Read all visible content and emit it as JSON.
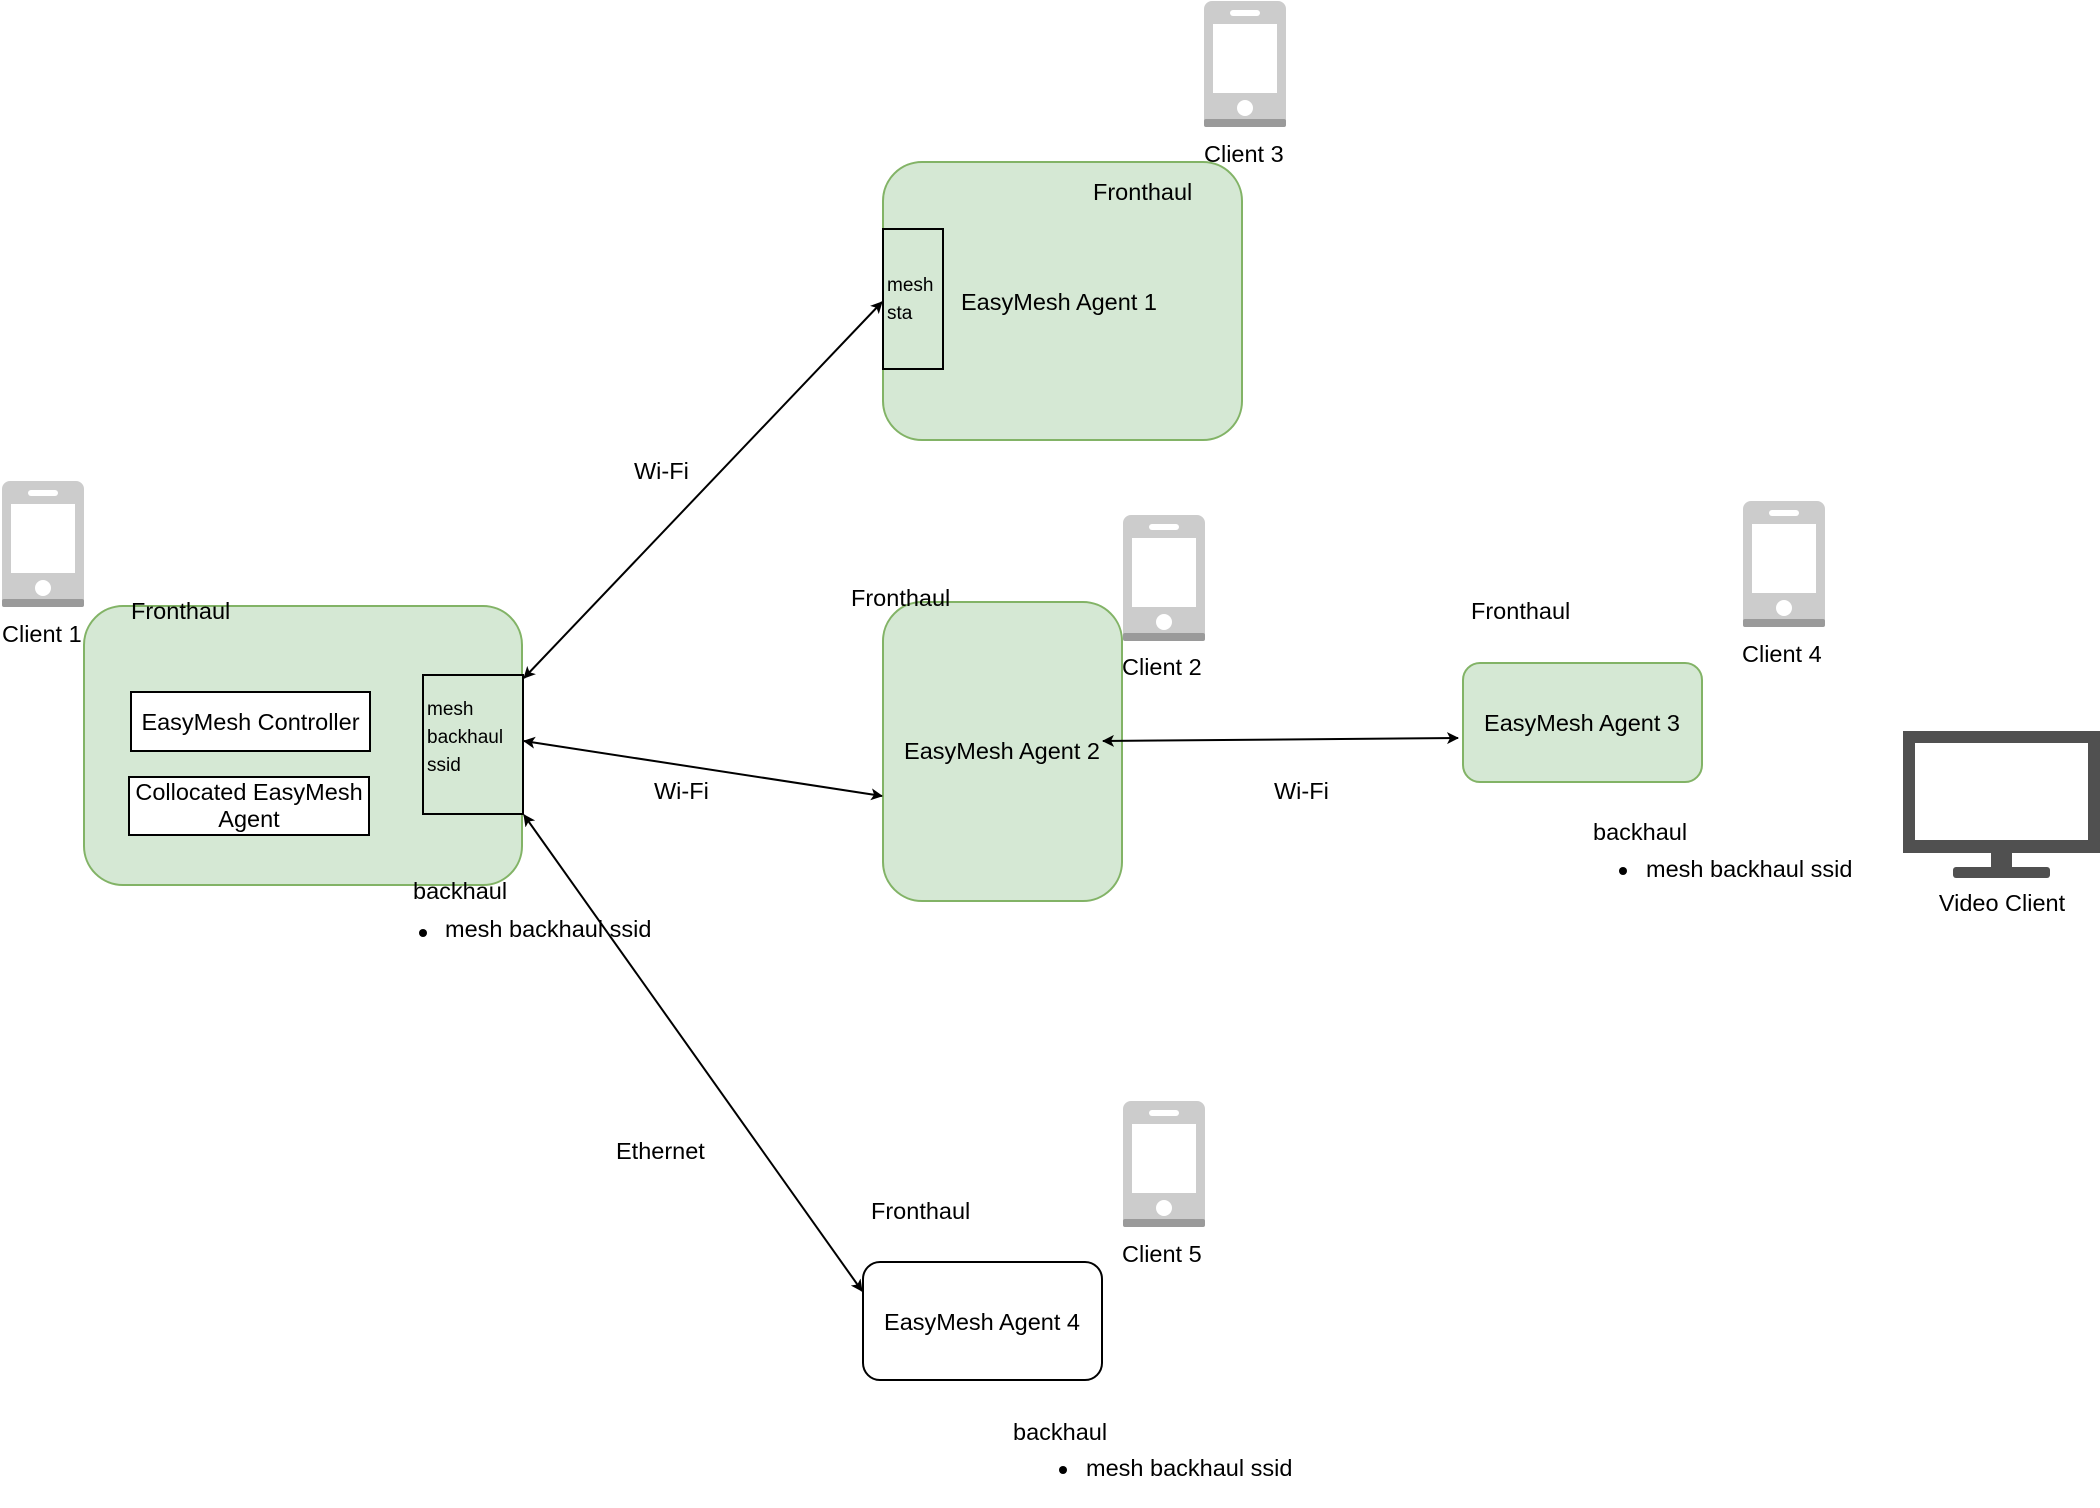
{
  "nodes": {
    "controller_node": {
      "fronthaul_label": "Fronthaul",
      "controller_label": "EasyMesh Controller",
      "collocated_label": "Collocated EasyMesh\nAgent",
      "port_label": "mesh\nbackhaul\nssid",
      "backhaul_title": "backhaul",
      "backhaul_item": "mesh backhaul ssid"
    },
    "agent1": {
      "fronthaul_label": "Fronthaul",
      "label": "EasyMesh Agent 1",
      "port_label": "mesh\nsta"
    },
    "agent2": {
      "fronthaul_label": "Fronthaul",
      "label": "EasyMesh Agent 2"
    },
    "agent3": {
      "fronthaul_label": "Fronthaul",
      "label": "EasyMesh Agent 3",
      "backhaul_title": "backhaul",
      "backhaul_item": "mesh backhaul ssid"
    },
    "agent4": {
      "fronthaul_label": "Fronthaul",
      "label": "EasyMesh Agent 4",
      "backhaul_title": "backhaul",
      "backhaul_item": "mesh backhaul ssid"
    }
  },
  "clients": {
    "client1": {
      "label": "Client 1",
      "icon": "phone-icon"
    },
    "client2": {
      "label": "Client 2",
      "icon": "phone-icon"
    },
    "client3": {
      "label": "Client 3",
      "icon": "phone-icon"
    },
    "client4": {
      "label": "Client 4",
      "icon": "phone-icon"
    },
    "client5": {
      "label": "Client 5",
      "icon": "phone-icon"
    },
    "video_client": {
      "label": "Video Client",
      "icon": "monitor-icon"
    }
  },
  "links": {
    "controller_agent1": "Wi-Fi",
    "controller_agent2": "Wi-Fi",
    "agent2_agent3": "Wi-Fi",
    "controller_agent4": "Ethernet"
  },
  "colors": {
    "node_fill": "#d5e8d4",
    "node_stroke": "#82b366",
    "phone_gray": "#cccccc",
    "monitor_dark": "#505050"
  }
}
